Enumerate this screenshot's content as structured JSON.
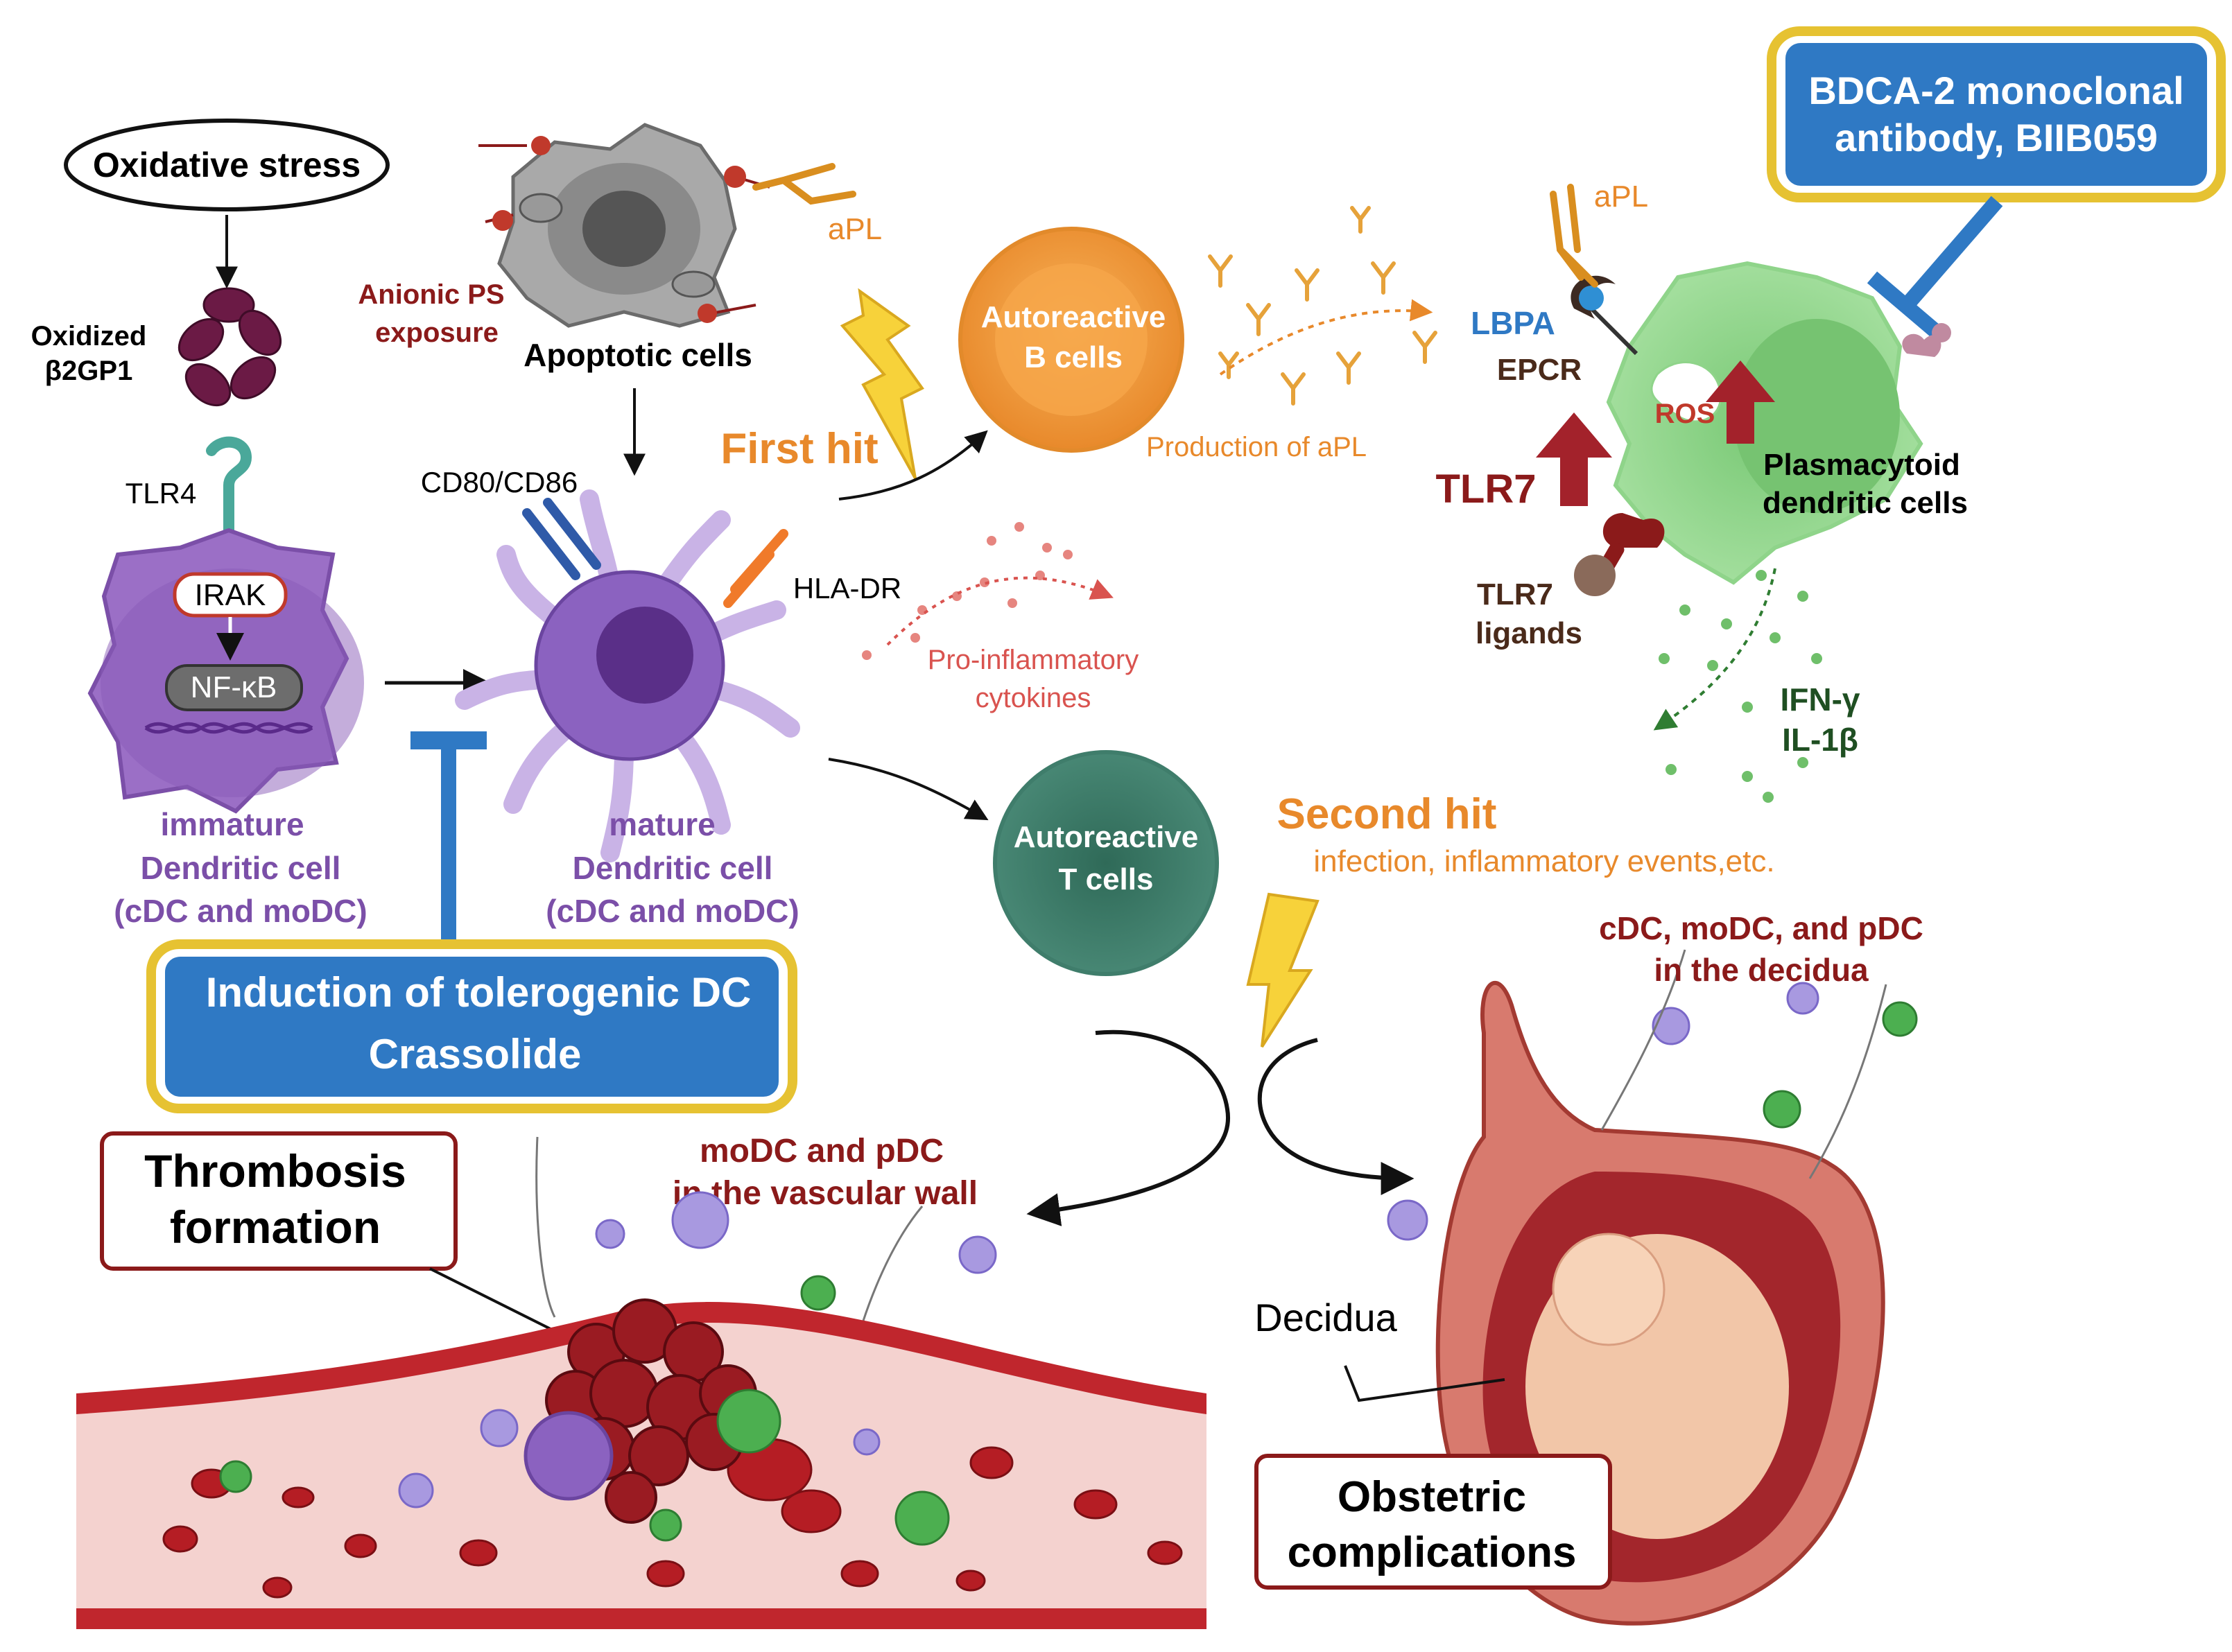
{
  "labels": {
    "oxidative_stress": "Oxidative stress",
    "oxidized": "Oxidized",
    "b2gp1": "β2GP1",
    "tlr4": "TLR4",
    "irak": "IRAK",
    "nfkb": "NF-κB",
    "immature_1": "immature",
    "immature_2": "Dendritic cell",
    "immature_3": "(cDC and moDC)",
    "anionic_1": "Anionic PS",
    "anionic_2": "exposure",
    "apoptotic": "Apoptotic cells",
    "apl_left": "aPL",
    "cd80": "CD80/CD86",
    "hladr": "HLA-DR",
    "mature_1": "mature",
    "mature_2": "Dendritic cell",
    "mature_3": "(cDC and moDC)",
    "first_hit": "First hit",
    "b_cells_1": "Autoreactive",
    "b_cells_2": "B cells",
    "production": "Production  of aPL",
    "proinfl_1": "Pro-inflammatory",
    "proinfl_2": "cytokines",
    "t_cells_1": "Autoreactive",
    "t_cells_2": "T cells",
    "apl_right": "aPL",
    "lbpa": "LBPA",
    "epcr": "EPCR",
    "ros": "ROS",
    "tlr7": "TLR7",
    "tlr7_lig_1": "TLR7",
    "tlr7_lig_2": "ligands",
    "pdc_1": "Plasmacytoid",
    "pdc_2": "dendritic cells",
    "ifn": "IFN-γ",
    "il1b": "IL-1β",
    "bdca_1": "BDCA-2 monoclonal",
    "bdca_2": "antibody, BIIB059",
    "second_hit": "Second  hit",
    "second_sub": "infection, inflammatory events,etc.",
    "toler_1": "Induction of tolerogenic DC",
    "toler_2": "Crassolide",
    "thrombo_1": "Thrombosis",
    "thrombo_2": "formation",
    "vasc_1": "moDC and pDC",
    "vasc_2": "in the vascular wall",
    "decidua_dc_1": "cDC, moDC, and pDC",
    "decidua_dc_2": "in the decidua",
    "decidua": "Decidua",
    "obstetric_1": "Obstetric",
    "obstetric_2": "complications"
  },
  "colors": {
    "immature_purple": "#7b4fa8",
    "dark_red": "#8b1a1a",
    "orange": "#e8892b",
    "blue_box": "#2f79c4",
    "gold_border": "#e6c232",
    "green_cell": "#8fd48a",
    "t_cell": "#3f7d6b"
  }
}
